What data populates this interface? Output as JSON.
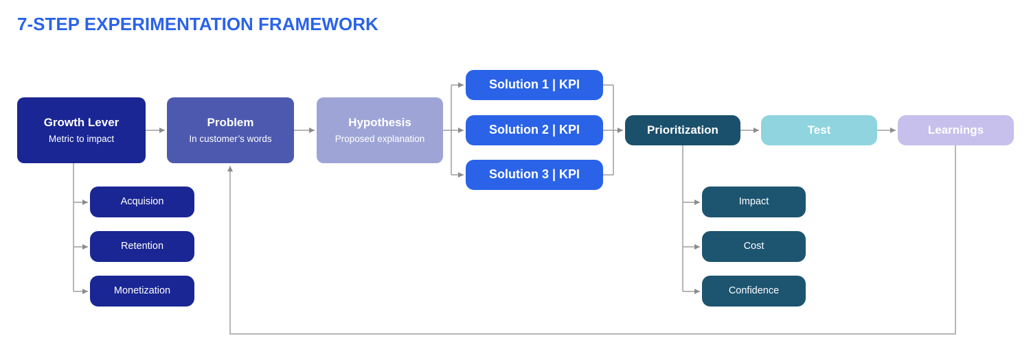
{
  "title": "7-STEP EXPERIMENTATION FRAMEWORK",
  "colors": {
    "title_blue": "#2B63E8",
    "navy": "#1A2693",
    "problem_blue": "#4C59AE",
    "hypothesis_lavender": "#9EA5D6",
    "solution_blue": "#2A63E8",
    "prioritization_teal": "#1B506C",
    "sub_teal": "#1D5470",
    "test_cyan": "#8FD4DE",
    "learnings_lilac": "#C7BFEC",
    "connector_gray": "#9E9E9E"
  },
  "nodes": {
    "growth_lever": {
      "label": "Growth Lever",
      "sublabel": "Metric to impact"
    },
    "problem": {
      "label": "Problem",
      "sublabel": "In customer’s words"
    },
    "hypothesis": {
      "label": "Hypothesis",
      "sublabel": "Proposed explanation"
    },
    "solution_1": {
      "label": "Solution 1 | KPI"
    },
    "solution_2": {
      "label": "Solution 2 | KPI"
    },
    "solution_3": {
      "label": "Solution 3 | KPI"
    },
    "prioritization": {
      "label": "Prioritization"
    },
    "test": {
      "label": "Test"
    },
    "learnings": {
      "label": "Learnings"
    },
    "acquision": {
      "label": "Acquision"
    },
    "retention": {
      "label": "Retention"
    },
    "monetization": {
      "label": "Monetization"
    },
    "impact": {
      "label": "Impact"
    },
    "cost": {
      "label": "Cost"
    },
    "confidence": {
      "label": "Confidence"
    }
  },
  "edges": [
    {
      "from": "growth_lever",
      "to": "problem"
    },
    {
      "from": "problem",
      "to": "hypothesis"
    },
    {
      "from": "hypothesis",
      "to": "solution_1"
    },
    {
      "from": "hypothesis",
      "to": "solution_2"
    },
    {
      "from": "hypothesis",
      "to": "solution_3"
    },
    {
      "from": "solution_1",
      "to": "prioritization"
    },
    {
      "from": "solution_2",
      "to": "prioritization"
    },
    {
      "from": "solution_3",
      "to": "prioritization"
    },
    {
      "from": "prioritization",
      "to": "test"
    },
    {
      "from": "test",
      "to": "learnings"
    },
    {
      "from": "growth_lever",
      "to": "acquision"
    },
    {
      "from": "growth_lever",
      "to": "retention"
    },
    {
      "from": "growth_lever",
      "to": "monetization"
    },
    {
      "from": "prioritization",
      "to": "impact"
    },
    {
      "from": "prioritization",
      "to": "cost"
    },
    {
      "from": "prioritization",
      "to": "confidence"
    },
    {
      "from": "learnings",
      "to": "problem",
      "type": "feedback-loop"
    }
  ]
}
